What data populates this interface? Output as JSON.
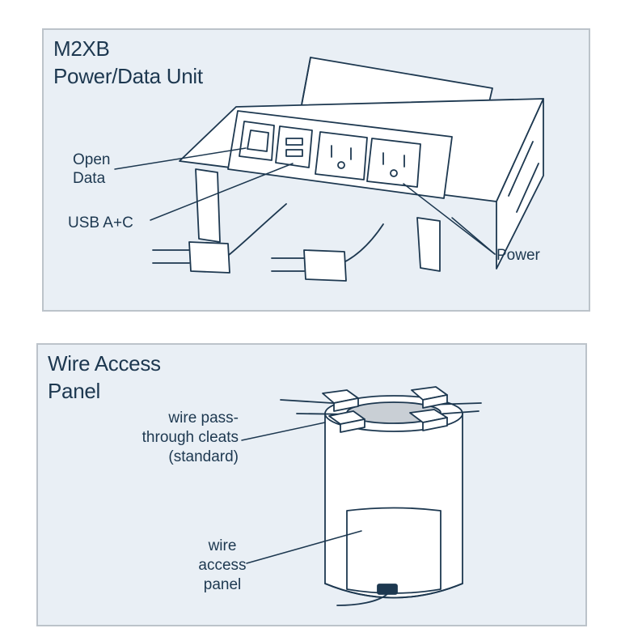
{
  "panels": {
    "top": {
      "title_line1": "M2XB",
      "title_line2": "Power/Data Unit",
      "labels": {
        "open_line1": "Open",
        "open_line2": "Data",
        "usb": "USB A+C",
        "power": "Power"
      }
    },
    "bottom": {
      "title_line1": "Wire Access",
      "title_line2": "Panel",
      "labels": {
        "cleats_line1": "wire pass-",
        "cleats_line2": "through cleats",
        "cleats_line3": "(standard)",
        "panel_line1": "wire",
        "panel_line2": "access",
        "panel_line3": "panel"
      }
    }
  },
  "colors": {
    "panel_background": "#e9eff5",
    "panel_border": "#bcc3ca",
    "ink": "#1d3850",
    "fill": "#ffffff"
  }
}
